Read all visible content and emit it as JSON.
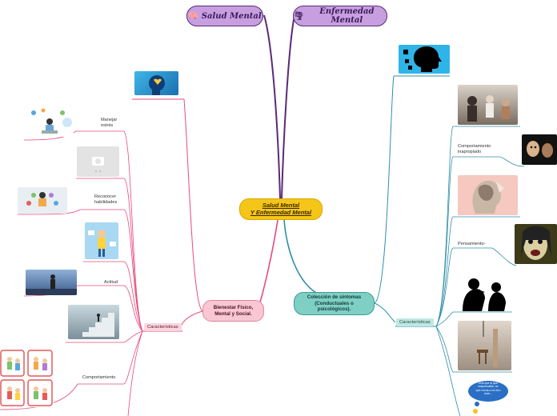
{
  "colors": {
    "purple": "#5a2a78",
    "pink": "#e84a7a",
    "teal": "#3a8fc9",
    "central": "#f5c518"
  },
  "top_nodes": [
    {
      "label": "Salud Mental",
      "icon": "brain-icon"
    },
    {
      "label": "Enfermedad Mental",
      "icon": "tornado-icon"
    }
  ],
  "central": {
    "line1": "Salud Mental",
    "line2": "Y Enfermedad Mental"
  },
  "left_branch": {
    "title_line1": "Bienestar Físico,",
    "title_line2": "Mental y Social.",
    "tag": "Características",
    "labels": {
      "manejar_line1": "Manejar",
      "manejar_line2": "estrés",
      "reconocer_line1": "Reconocer",
      "reconocer_line2": "habilidades",
      "actitud": "Actitud",
      "comportamiento": "Comportamiento"
    }
  },
  "right_branch": {
    "title_line1": "Colección de síntomas",
    "title_line2": "(Conductuales o",
    "title_line3": "psicológicos).",
    "tag": "Características",
    "labels": {
      "comportamiento_line1": "Comportamiento",
      "comportamiento_line2": "inapropiado",
      "pensamiento": "Pensamiento-"
    },
    "bubble_line1": "Una que si que",
    "bubble_line2": "responsable, se",
    "bubble_line3": "que moria a mi otro",
    "bubble_line4": "mas..."
  }
}
